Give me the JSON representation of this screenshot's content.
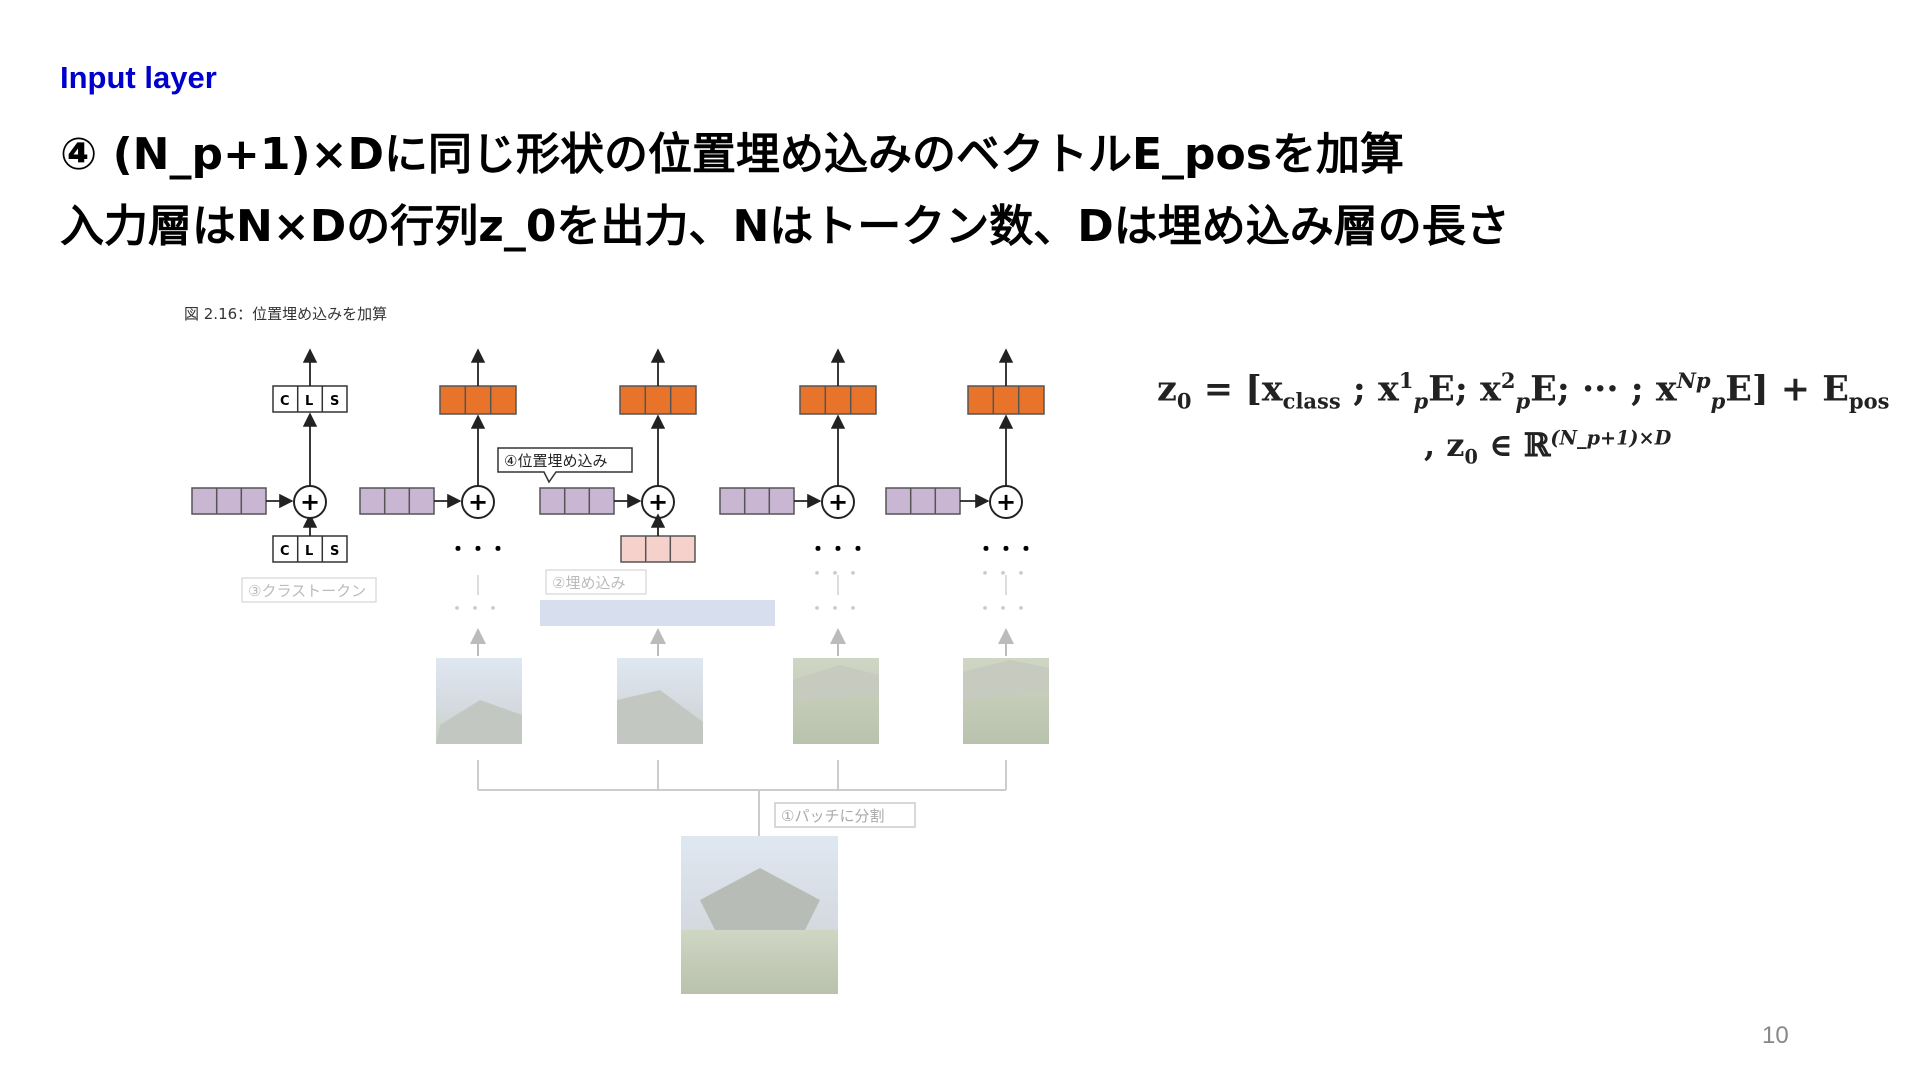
{
  "slide": {
    "section_label": "Input layer",
    "headline_1": "④ (N_p+1)×Dに同じ形状の位置埋め込みのベクトルE_posを加算",
    "headline_2": "入力層はN×Dの行列z_0を出力、Nはトークン数、Dは埋め込み層の長さ",
    "page_number": "10"
  },
  "figure": {
    "caption": "図 2.16：位置埋め込みを加算",
    "cls_letters": [
      "C",
      "L",
      "S"
    ],
    "step_labels": {
      "split_patches": "①パッチに分割",
      "embedding": "②埋め込み",
      "class_token": "③クラストークン",
      "position_embedding": "④位置埋め込み"
    },
    "plus_symbol": "+",
    "ellipsis": "・・・"
  },
  "equation": {
    "z0": "z",
    "z0_sub": "0",
    "eq_sign": " = [",
    "x": "x",
    "class_sub": "class",
    "sep1": " ;  ",
    "p_sub": "p",
    "sup1": "1",
    "E": "E",
    "semi": "; ",
    "sup2": "2",
    "dots": " ··· ;  ",
    "supN": "N",
    "supN_sub": "p",
    "close": "] + ",
    "Epos": "E",
    "pos_sub": "pos",
    "line2_prefix": ", z",
    "line2_sub": "0",
    "in": " ∈ ℝ",
    "line2_sup": "(N_p+1)×D"
  },
  "colors": {
    "section_label": "#0000cc",
    "orange_token": "#e8732a",
    "purple_pos": "#c9b6d2",
    "pink_embed": "#f6d1cc"
  }
}
